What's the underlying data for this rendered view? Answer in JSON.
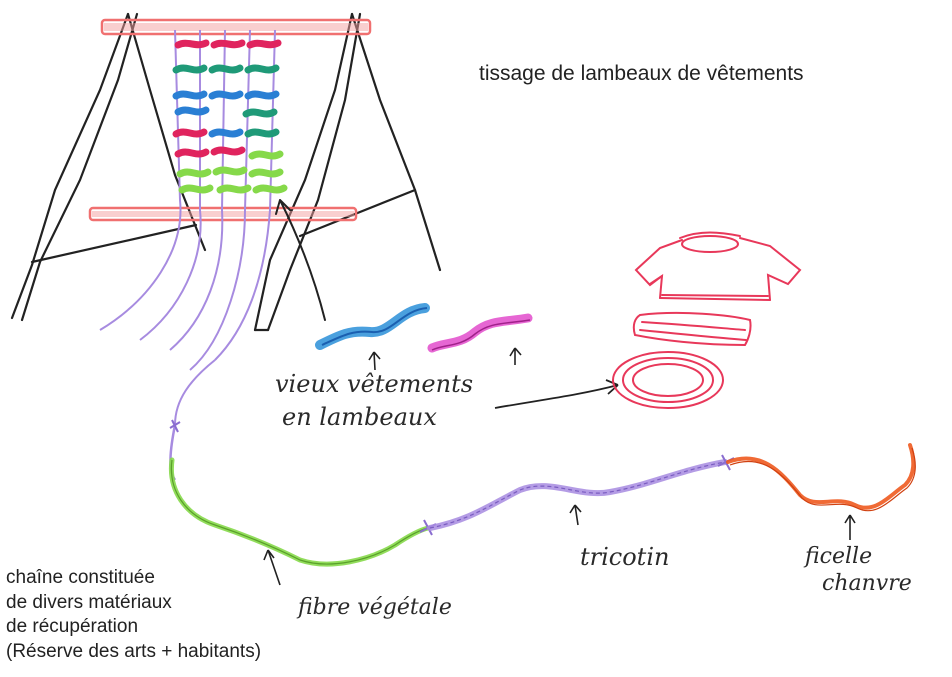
{
  "title": "tissage de lambeaux de vêtements",
  "caption": {
    "line1": "chaîne constituée",
    "line2": "de divers matériaux",
    "line3": "de récupération",
    "line4": "(Réserve des arts + habitants)"
  },
  "handwritten": {
    "old_clothes_line1": "vieux vêtements",
    "old_clothes_line2": "en lambeaux",
    "vegetable_fiber": "fibre végétale",
    "tricotin": "tricotin",
    "twine_line1": "ficelle",
    "twine_line2": "chanvre"
  },
  "colors": {
    "frame": "#222222",
    "bars": "#f07070",
    "warp": "#a78be0",
    "strip_red": "#e0245e",
    "strip_teal": "#1f9a78",
    "strip_blue": "#2a7fd4",
    "strip_green": "#86d94a",
    "strip_pink": "#e040c8",
    "tshirt": "#e8385a",
    "twine": "#ee5a1f"
  }
}
